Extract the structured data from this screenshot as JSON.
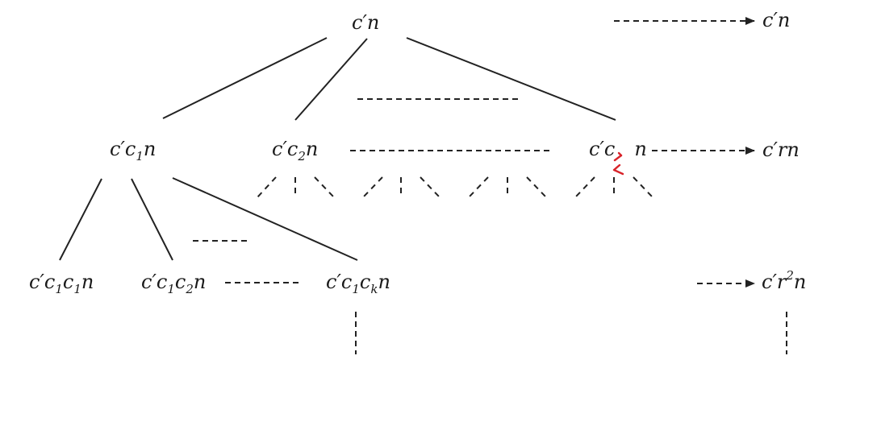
{
  "colors": {
    "ink": "#222222",
    "background": "#ffffff",
    "annotation": "#d8232a"
  },
  "nodes": {
    "root": {
      "base": "c′",
      "var": "n"
    },
    "level1": [
      {
        "pre": "c′c",
        "sub": "1",
        "post": "n"
      },
      {
        "pre": "c′c",
        "sub": "2",
        "post": "n"
      },
      {
        "pre": "c′c",
        "sub": "",
        "post": "n"
      }
    ],
    "level2": [
      {
        "pre": "c′c",
        "sub1": "1",
        "mid": "c",
        "sub2": "1",
        "post": "n"
      },
      {
        "pre": "c′c",
        "sub1": "1",
        "mid": "c",
        "sub2": "2",
        "post": "n"
      },
      {
        "pre": "c′c",
        "sub1": "1",
        "mid": "c",
        "sub2": "k",
        "post": "n"
      }
    ]
  },
  "level_totals": [
    {
      "pre": "c′",
      "sup": "",
      "post": "n"
    },
    {
      "pre": "c′r",
      "sup": "",
      "post": "n"
    },
    {
      "pre": "c′r",
      "sup": "2",
      "post": "n"
    }
  ],
  "icons": {
    "annotation": "red-caret-mark-icon",
    "arrowhead": "arrowhead-icon"
  }
}
